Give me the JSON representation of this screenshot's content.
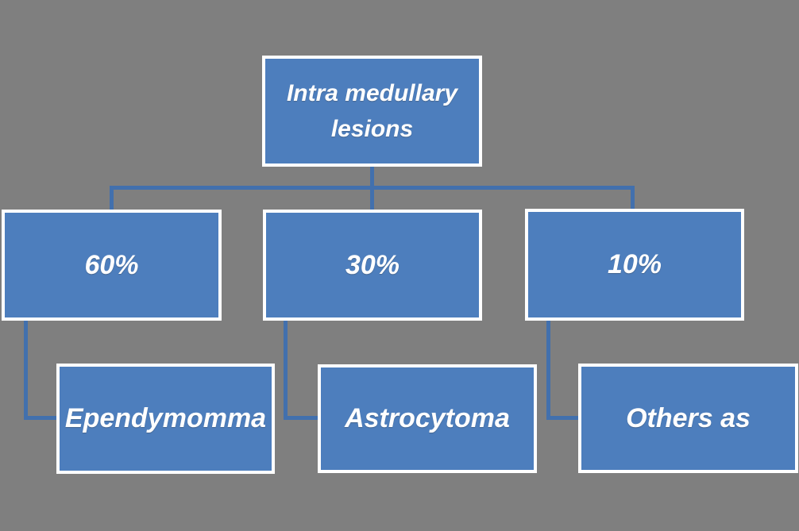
{
  "colors": {
    "background": "#7f7f7f",
    "box_fill": "#4d7ebd",
    "box_border": "#ffffff",
    "connector": "#4270ad",
    "text": "#ffffff"
  },
  "nodes": {
    "root": {
      "label": "Intra medullary lesions"
    },
    "level1": [
      {
        "label": "60%"
      },
      {
        "label": "30%"
      },
      {
        "label": "10%"
      }
    ],
    "level2": [
      {
        "label": "Ependymomma"
      },
      {
        "label": "Astrocytoma"
      },
      {
        "label": "Others as"
      }
    ]
  }
}
